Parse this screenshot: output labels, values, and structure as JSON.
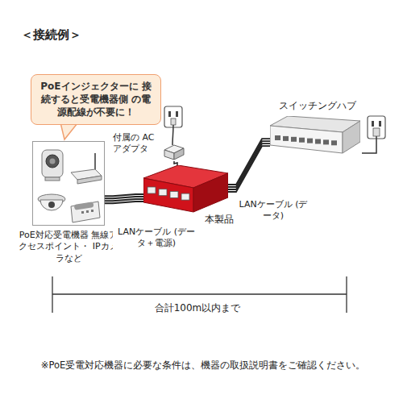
{
  "diagram": {
    "title": "＜接続例＞",
    "caption": "※PoE受電対応機器に必要な条件は、機器の取扱説明書をご確認ください。",
    "nodes": [
      {
        "text": [
          "PoEインジェクターに 接続すると受電機器側 の電源配線が不要に！"
        ]
      },
      {
        "text": [
          "スイッチングハブ"
        ]
      },
      {
        "text": [
          "付属の ACアダプタ"
        ]
      },
      {
        "text": [
          "PoE対応受電機器 無線アクセスポイント・ IPカメラなど"
        ]
      },
      {
        "text": [
          "本製品"
        ]
      }
    ],
    "edges": [
      {
        "from": 4,
        "to": 3,
        "arrow": "none",
        "label": "LANケーブル (データ＋電源)"
      },
      {
        "from": 1,
        "to": 4,
        "arrow": "none",
        "label": "LANケーブル (データ)"
      },
      {
        "from": 2,
        "to": 4,
        "arrow": "none"
      }
    ],
    "labels": [
      "合計100m以内まで"
    ]
  }
}
